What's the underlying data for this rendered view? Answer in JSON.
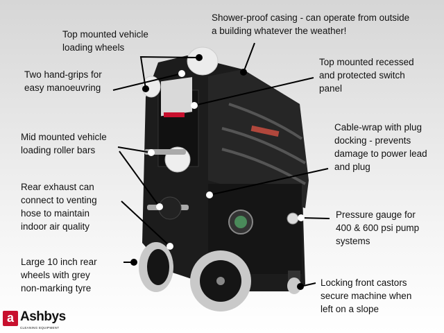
{
  "callouts": {
    "loading_wheels": "Top mounted vehicle\nloading wheels",
    "hand_grips": "Two hand-grips for\neasy manoeuvring",
    "casing": "Shower-proof casing - can operate from outside\na building whatever the weather!",
    "switch_panel": "Top mounted recessed\nand protected switch\npanel",
    "roller_bars": "Mid mounted vehicle\nloading roller bars",
    "cable_wrap": "Cable-wrap with plug\ndocking - prevents\ndamage to power lead\nand plug",
    "rear_exhaust": "Rear exhaust can\nconnect to venting\nhose to maintain\nindoor air quality",
    "pressure_gauge": "Pressure gauge for\n400 & 600 psi pump\nsystems",
    "rear_wheels": "Large 10 inch rear\nwheels with grey\nnon-marking tyre",
    "castors": "Locking front castors\nsecure machine when\nleft on a slope"
  },
  "logo": {
    "mark": "a",
    "name": "Ashbys",
    "tagline": "CLEANING EQUIPMENT"
  },
  "colors": {
    "brand_red": "#c8102e",
    "machine_body": "#1c1c1c",
    "tyre_grey": "#c9c9c9"
  }
}
